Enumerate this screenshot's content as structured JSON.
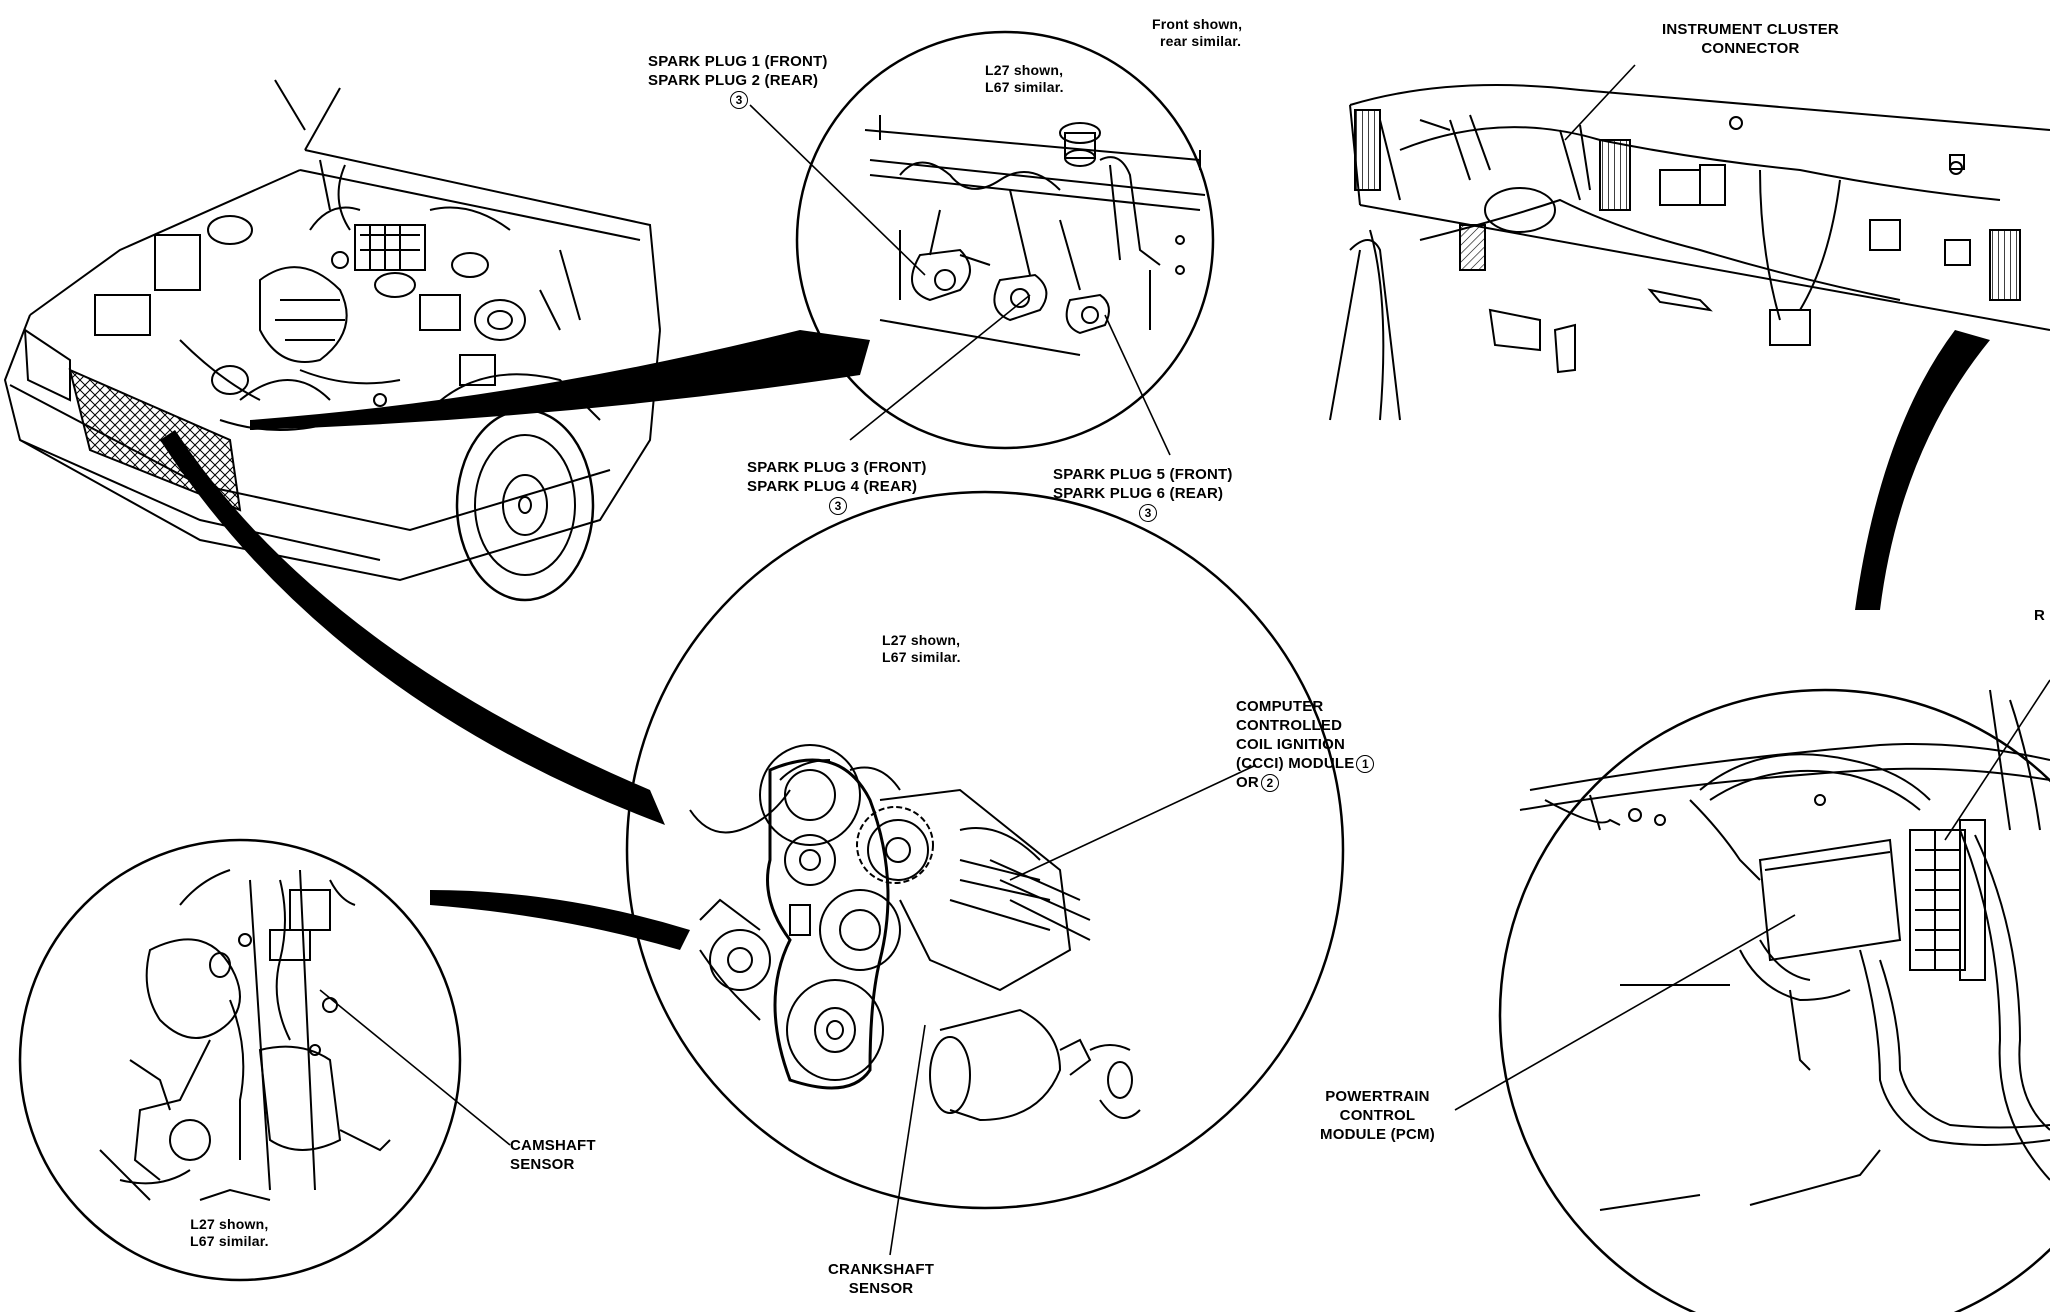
{
  "labels": {
    "spark_1_2": {
      "line1": "SPARK PLUG 1 (FRONT)",
      "line2": "SPARK PLUG 2 (REAR)",
      "ref": "3"
    },
    "spark_3_4": {
      "line1": "SPARK PLUG 3 (FRONT)",
      "line2": "SPARK PLUG 4 (REAR)",
      "ref": "3"
    },
    "spark_5_6": {
      "line1": "SPARK PLUG 5 (FRONT)",
      "line2": "SPARK PLUG 6 (REAR)",
      "ref": "3"
    },
    "front_shown": {
      "line1": "Front shown,",
      "line2": "rear similar."
    },
    "l27_top": {
      "line1": "L27 shown,",
      "line2": "L67 similar."
    },
    "l27_center": {
      "line1": "L27 shown,",
      "line2": "L67 similar."
    },
    "l27_left": {
      "line1": "L27 shown,",
      "line2": "L67 similar."
    },
    "ccci": {
      "line1": "COMPUTER",
      "line2": "CONTROLLED",
      "line3": "COIL IGNITION",
      "line4": "(CCCI) MODULE",
      "ref1": "1",
      "line5": "OR",
      "ref2": "2"
    },
    "camshaft": {
      "line1": "CAMSHAFT",
      "line2": "SENSOR"
    },
    "crankshaft": {
      "line1": "CRANKSHAFT",
      "line2": "SENSOR"
    },
    "instrument": {
      "line1": "INSTRUMENT CLUSTER",
      "line2": "CONNECTOR"
    },
    "pcm": {
      "line1": "POWERTRAIN",
      "line2": "CONTROL",
      "line3": "MODULE (PCM)"
    },
    "cut_r": "R"
  }
}
